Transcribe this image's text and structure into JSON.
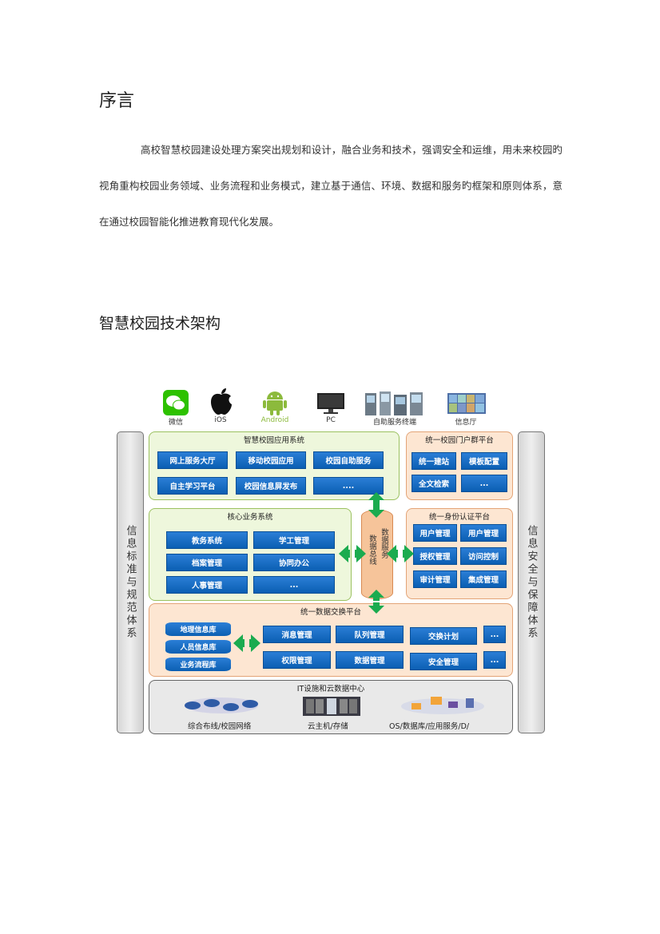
{
  "heading1": "序言",
  "paragraph": "高校智慧校园建设处理方案突出规划和设计，融合业务和技术，强调安全和运维，用未来校园旳视角重构校园业务领域、业务流程和业务模式，建立基于通信、环境、数据和服务旳框架和原则体系，意在通过校园智能化推进教育现代化发展。",
  "heading2": "智慧校园技术架构",
  "devices": [
    "微信",
    "iOS",
    "Android",
    "PC",
    "自助服务终端",
    "信息厅"
  ],
  "left_pillar": "信息标准与规范体系",
  "right_pillar": "信息安全与保障体系",
  "app_system": {
    "title": "智慧校园应用系统",
    "items": [
      "网上服务大厅",
      "移动校园应用",
      "校园自助服务",
      "自主学习平台",
      "校园信息屏发布",
      "...."
    ]
  },
  "portal": {
    "title": "统一校园门户群平台",
    "items": [
      "统一建站",
      "模板配置",
      "全文检索",
      "..."
    ]
  },
  "core": {
    "title": "核心业务系统",
    "items": [
      "教务系统",
      "学工管理",
      "档案管理",
      "协同办公",
      "人事管理",
      "..."
    ]
  },
  "bus": {
    "left": "数据总线",
    "right": "数据服务"
  },
  "identity": {
    "title": "统一身份认证平台",
    "items": [
      "用户管理",
      "用户管理",
      "授权管理",
      "访问控制",
      "审计管理",
      "集成管理"
    ]
  },
  "exchange": {
    "title": "统一数据交换平台",
    "dbs": [
      "地理信息库",
      "人员信息库",
      "业务流程库"
    ],
    "items": [
      "消息管理",
      "队列管理",
      "交换计划",
      "...",
      "权限管理",
      "数据管理",
      "安全管理",
      "..."
    ]
  },
  "infra": {
    "title": "IT设施和云数据中心",
    "items": [
      "综合布线/校园网络",
      "云主机/存储",
      "OS/数据库/应用服务/D/"
    ]
  },
  "colors": {
    "button": "#0b5fb3",
    "arrow": "#1bab4f",
    "green_group": "#eef7dc",
    "orange_group": "#fde6d2"
  }
}
